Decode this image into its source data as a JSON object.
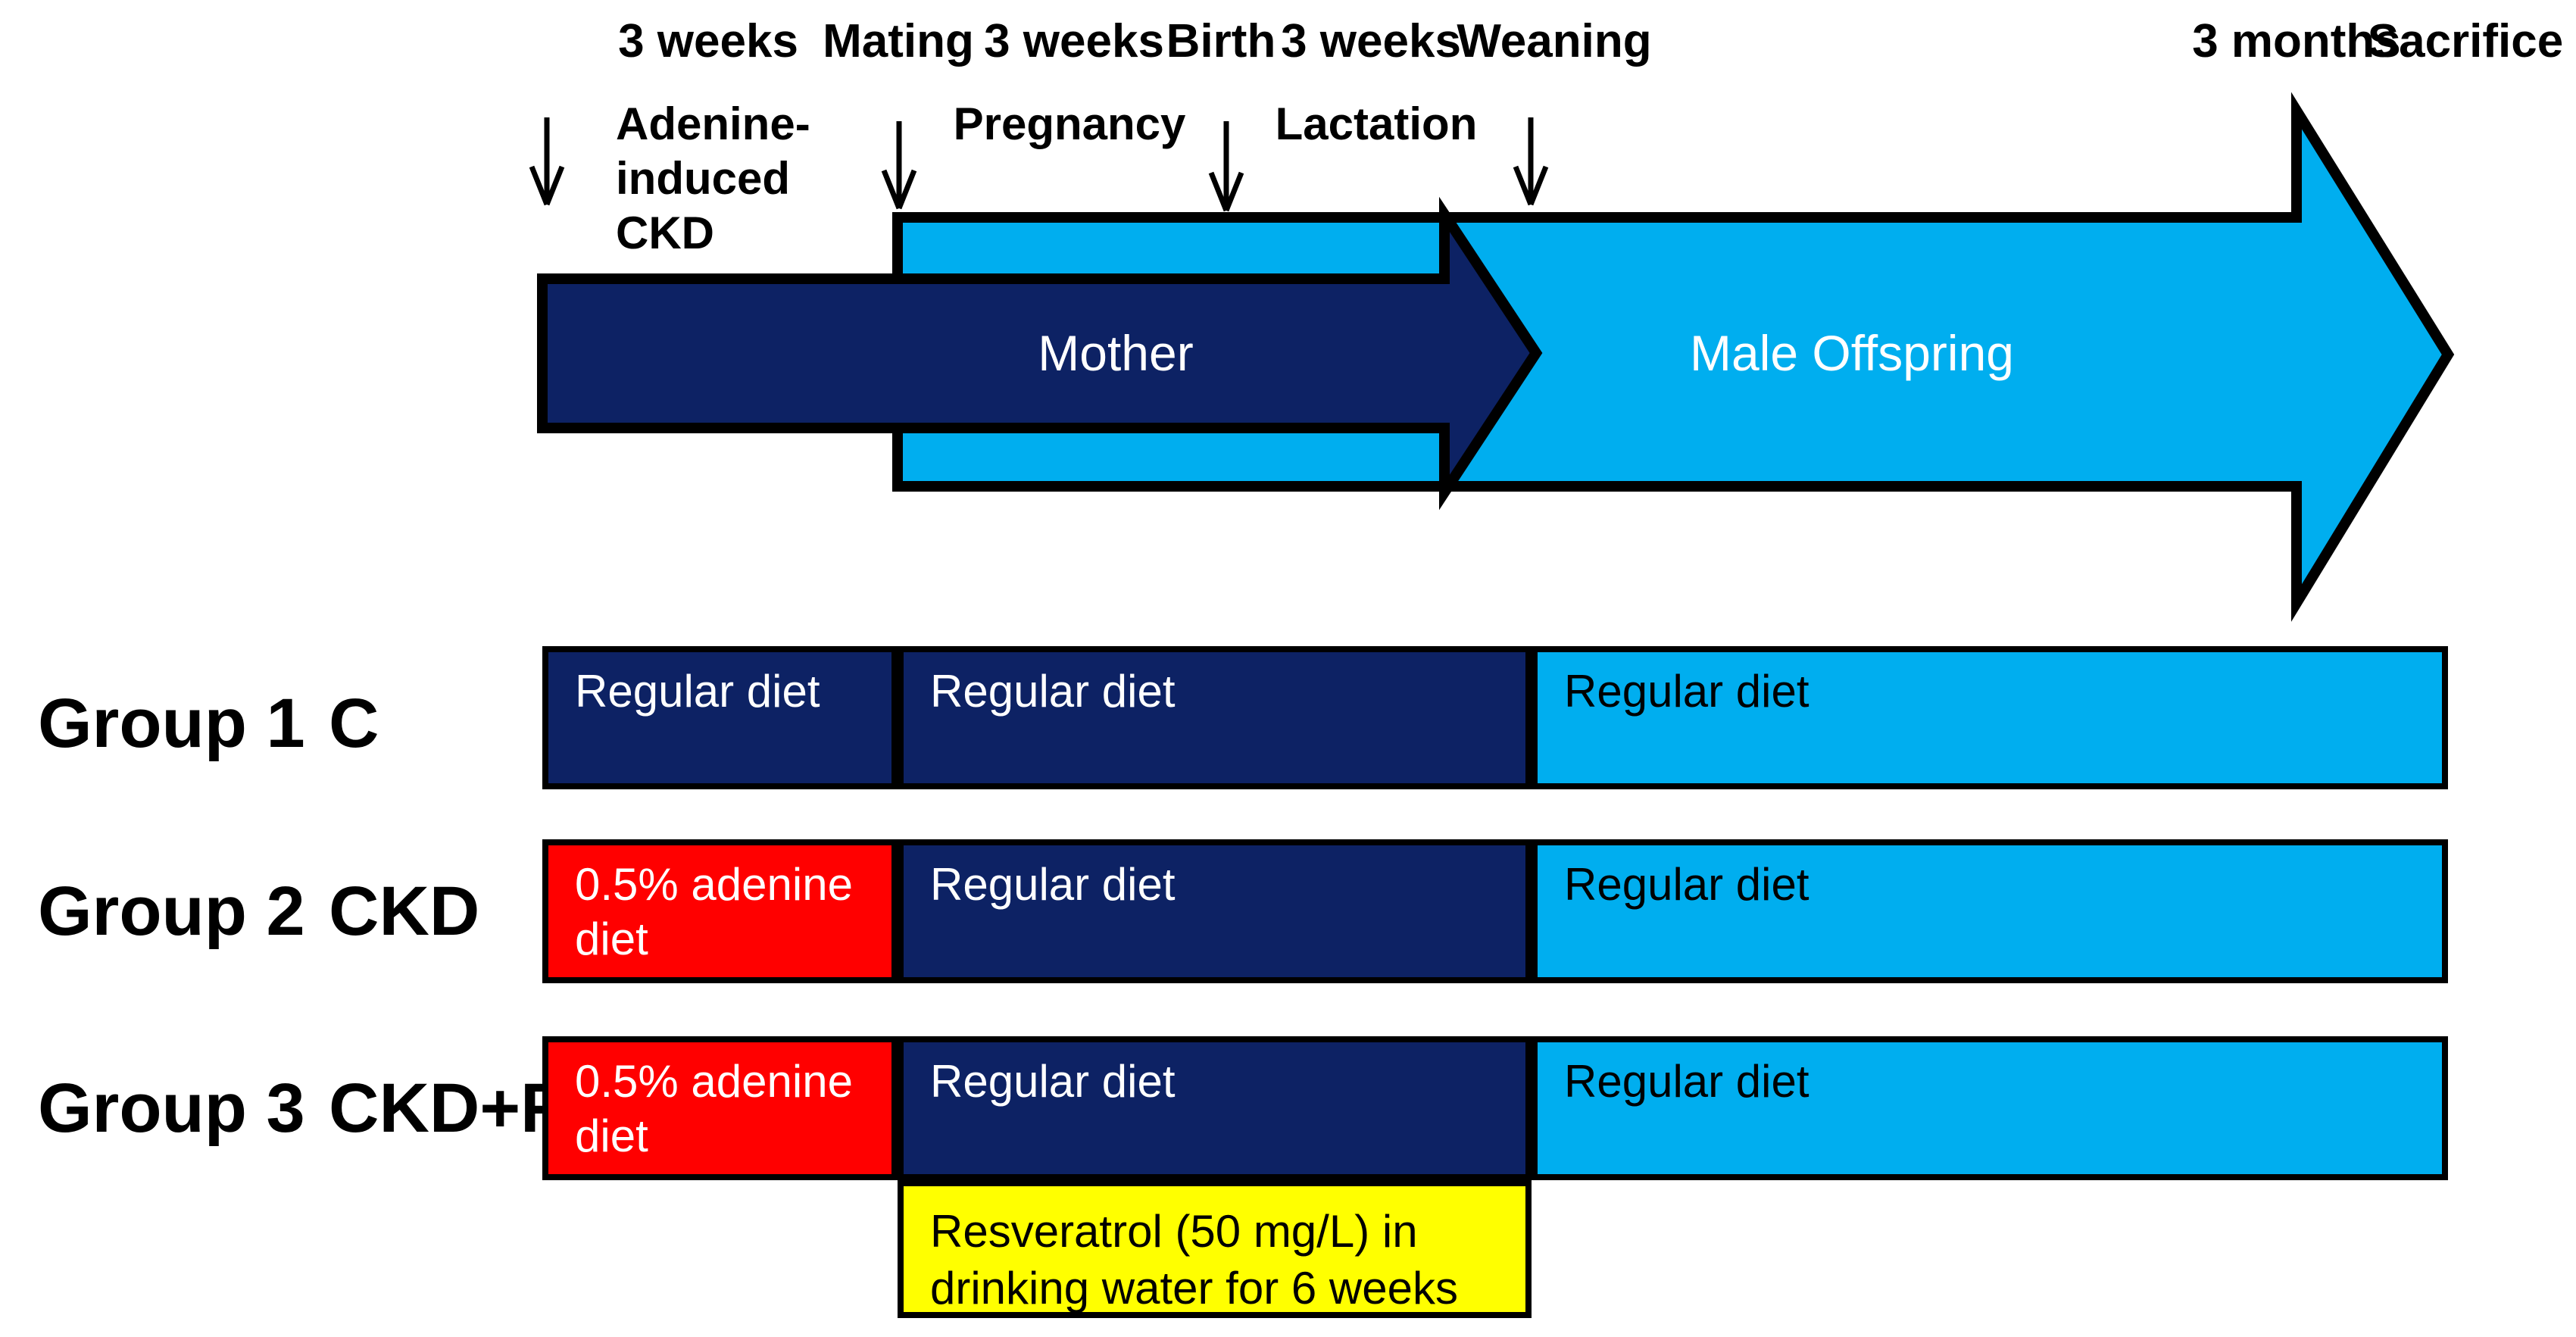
{
  "timeline": {
    "top_labels": [
      {
        "id": "interval-ckd",
        "text": "3 weeks"
      },
      {
        "id": "event-mating",
        "text": "Mating"
      },
      {
        "id": "interval-pregnancy",
        "text": "3 weeks"
      },
      {
        "id": "event-birth",
        "text": "Birth"
      },
      {
        "id": "interval-lactation",
        "text": "3 weeks"
      },
      {
        "id": "event-weaning",
        "text": "Weaning"
      },
      {
        "id": "interval-offspring",
        "text": "3 months"
      },
      {
        "id": "event-sacrifice",
        "text": "Sacrifice"
      }
    ],
    "phases": {
      "adenine": "Adenine-induced CKD",
      "pregnancy": "Pregnancy",
      "lactation": "Lactation"
    }
  },
  "arrows": {
    "mother_label": "Mother",
    "offspring_label": "Male Offspring"
  },
  "groups": [
    {
      "name": "Group 1",
      "code": "C",
      "cells": [
        "Regular diet",
        "Regular diet",
        "Regular diet"
      ]
    },
    {
      "name": "Group 2",
      "code": "CKD",
      "cells": [
        "0.5% adenine diet",
        "Regular diet",
        "Regular diet"
      ]
    },
    {
      "name": "Group 3",
      "code": "CKD+R",
      "cells": [
        "0.5% adenine diet",
        "Regular diet",
        "Regular diet"
      ]
    }
  ],
  "note": "Resveratrol (50 mg/L) in drinking water for 6 weeks",
  "colors": {
    "navy": "#0d2264",
    "cyan": "#00aeef",
    "red": "#ff0000",
    "yellow": "#ffff00",
    "outline": "#000000"
  }
}
